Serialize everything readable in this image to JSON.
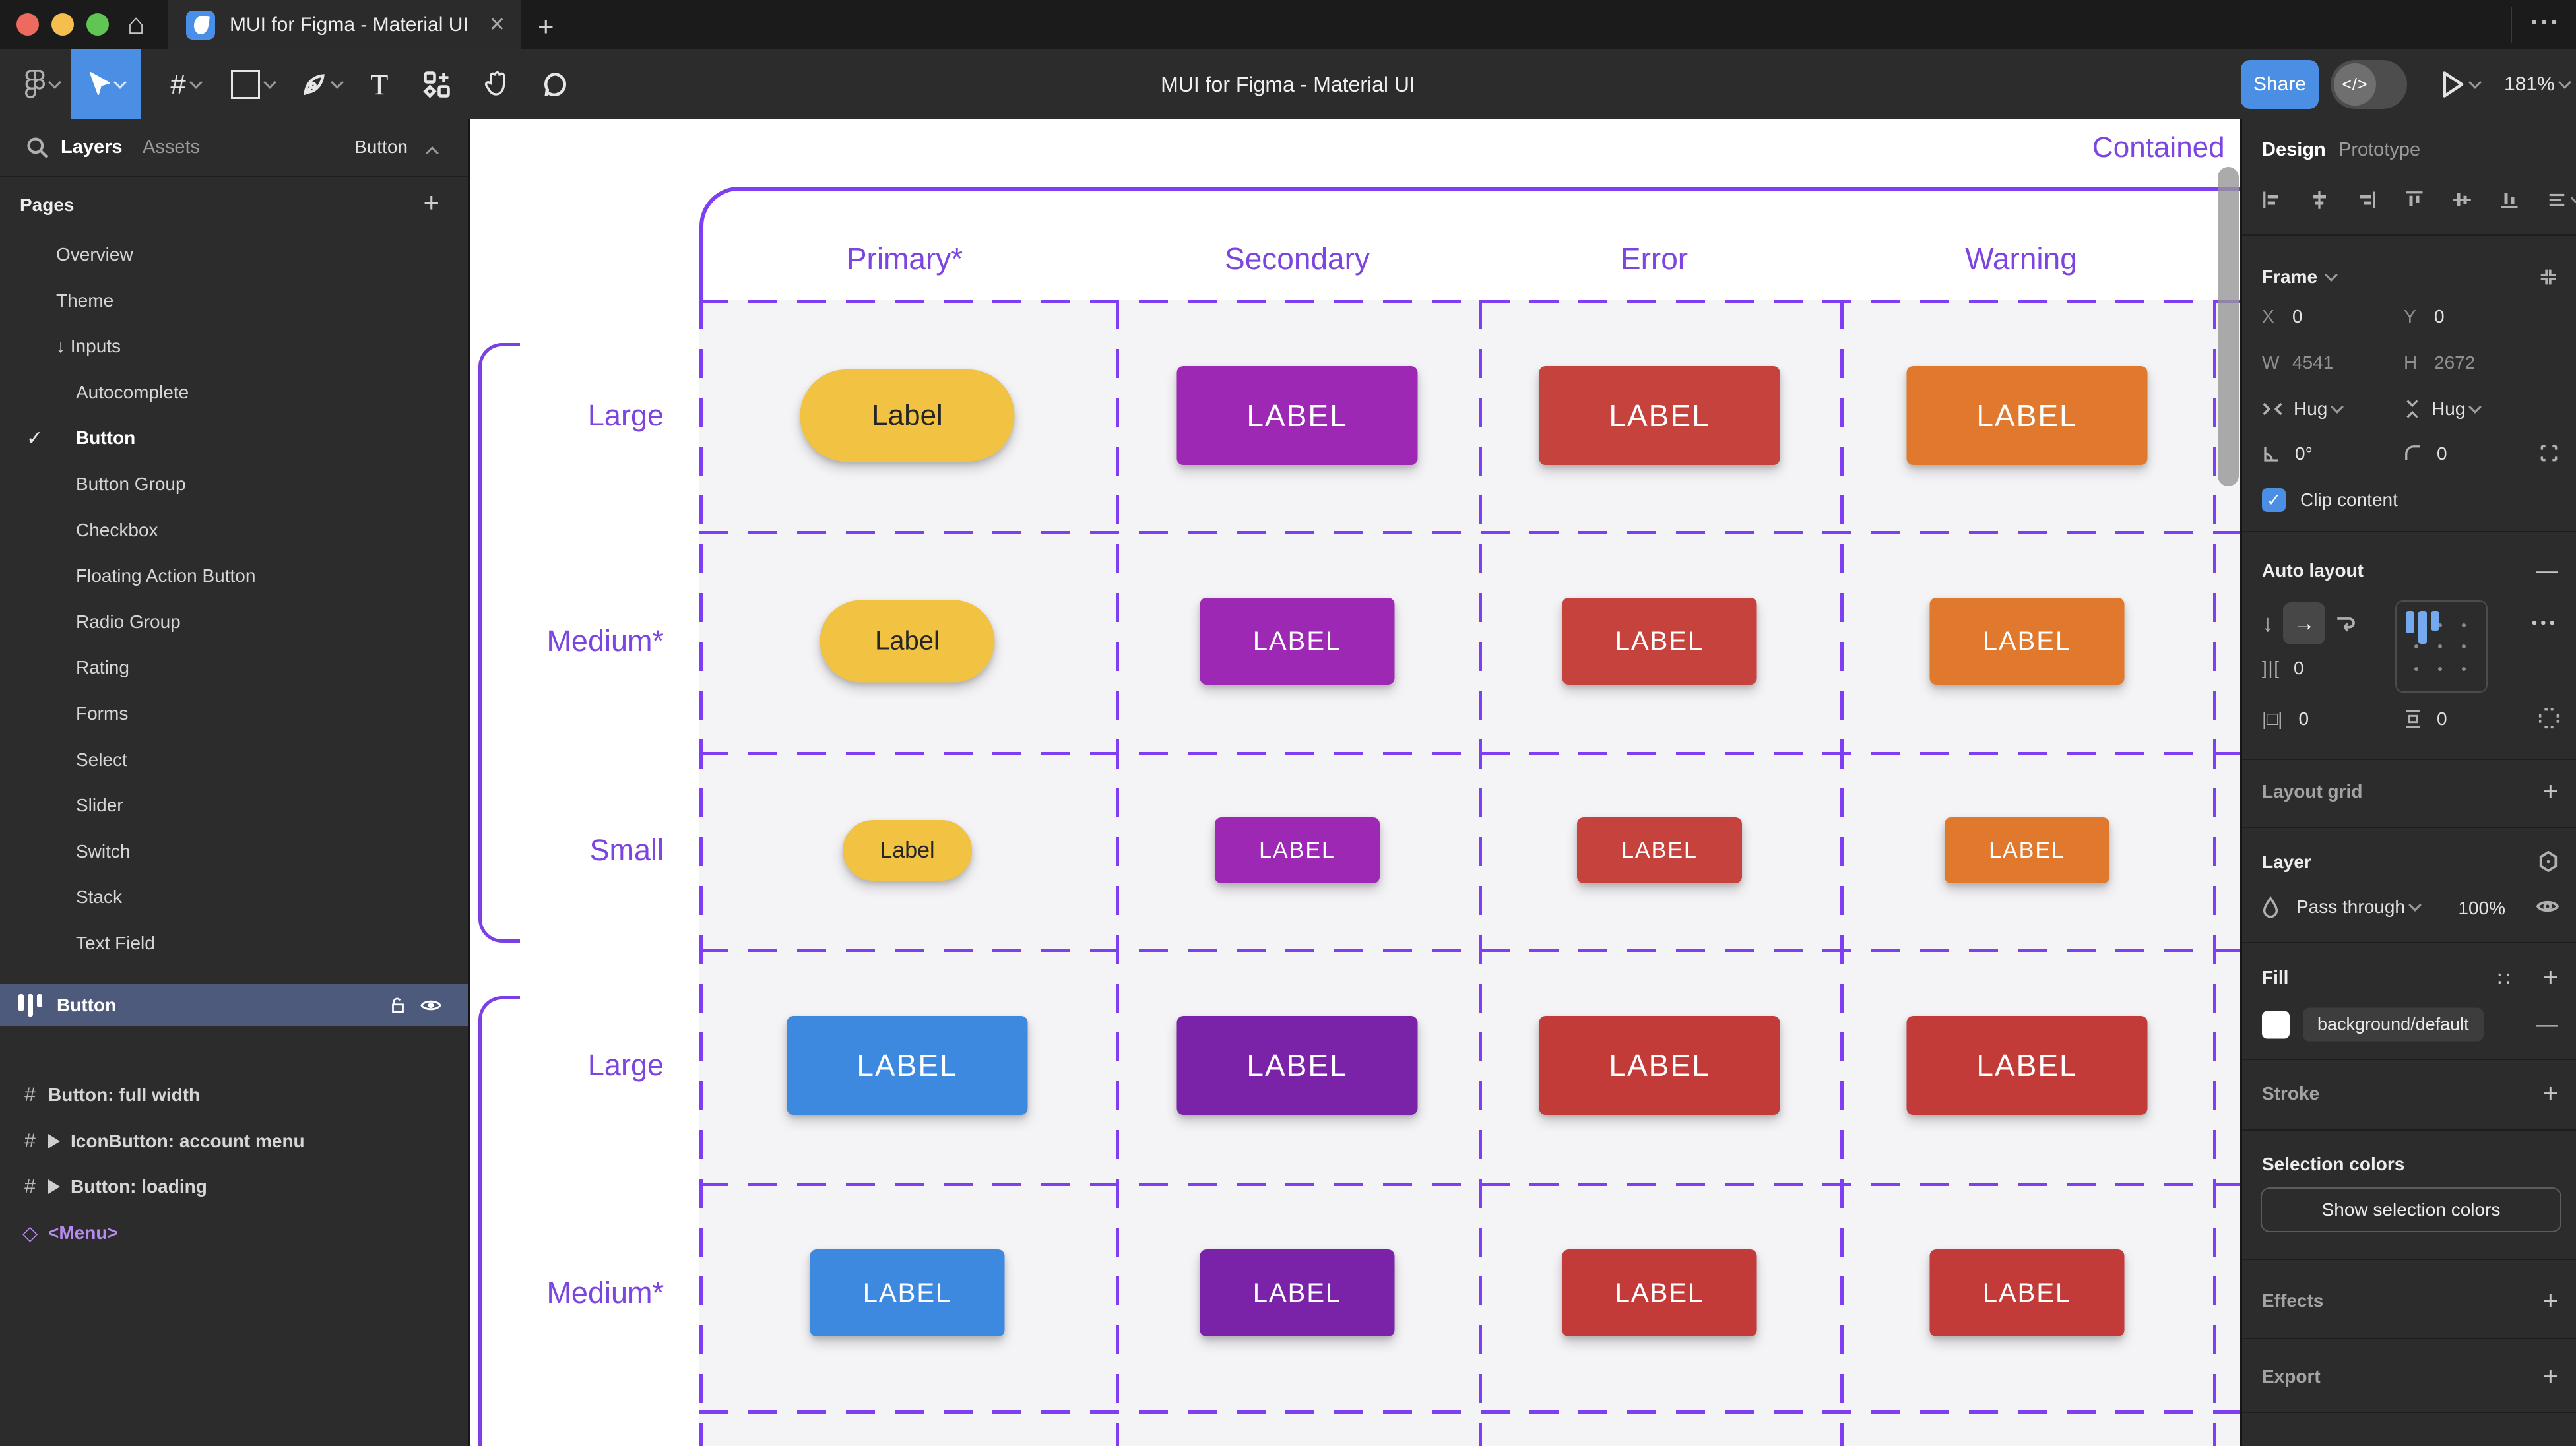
{
  "window": {
    "tab_title": "MUI for Figma - Material UI",
    "close_glyph": "✕",
    "new_tab_glyph": "+",
    "more_glyph": "•••",
    "home_glyph": "⌂"
  },
  "toolbar": {
    "doc_title": "MUI for Figma - Material UI",
    "share_label": "Share",
    "dev_toggle_glyph": "</>",
    "zoom_level": "181%"
  },
  "sidebar": {
    "tabs": {
      "layers": "Layers",
      "assets": "Assets"
    },
    "page_selector": "Button",
    "pages_header": "Pages",
    "add_glyph": "+",
    "pages": [
      {
        "label": "Overview",
        "indent": 0
      },
      {
        "label": "Theme",
        "indent": 0
      },
      {
        "label": "Inputs",
        "indent": 0,
        "arrow": "↓"
      },
      {
        "label": "Autocomplete",
        "indent": 1
      },
      {
        "label": "Button",
        "indent": 1,
        "checked": true,
        "bold": true
      },
      {
        "label": "Button Group",
        "indent": 1
      },
      {
        "label": "Checkbox",
        "indent": 1
      },
      {
        "label": "Floating Action Button",
        "indent": 1
      },
      {
        "label": "Radio Group",
        "indent": 1
      },
      {
        "label": "Rating",
        "indent": 1
      },
      {
        "label": "Forms",
        "indent": 1
      },
      {
        "label": "Select",
        "indent": 1
      },
      {
        "label": "Slider",
        "indent": 1
      },
      {
        "label": "Switch",
        "indent": 1
      },
      {
        "label": "Stack",
        "indent": 1
      },
      {
        "label": "Text Field",
        "indent": 1
      }
    ],
    "layers": [
      {
        "label": "Button",
        "icon": "autolayout",
        "selected": true
      },
      {
        "label": "Button: full width",
        "icon": "frame"
      },
      {
        "label": "IconButton: account menu",
        "icon": "frame",
        "expand": true
      },
      {
        "label": "Button: loading",
        "icon": "frame",
        "expand": true
      },
      {
        "label": "<Menu>",
        "icon": "instance",
        "purple": true
      }
    ],
    "menu_color": "#B78AF0"
  },
  "canvas": {
    "title": "Contained",
    "accent_line": "#7E3FF2",
    "accent_text": "#7C45E0",
    "grid_bg": "#F4F3F6",
    "columns": [
      "Primary*",
      "Secondary",
      "Error",
      "Warning"
    ],
    "row_labels": [
      "Large",
      "Medium*",
      "Small",
      "Large",
      "Medium*"
    ],
    "palette": {
      "amber": "#F2C243",
      "secondary": "#9C28B4",
      "error": "#C5423D",
      "warning": "#E0792E",
      "primary": "#3E89E0",
      "secondaryDark": "#7B23A8",
      "errorDark": "#C23B38"
    },
    "dark_text": "#262626",
    "light_text": "#FFFFFF",
    "rows": [
      {
        "size": "lg",
        "cells": [
          {
            "label": "Label",
            "color": "amber",
            "pill": true,
            "dark": true
          },
          {
            "label": "LABEL",
            "color": "secondary"
          },
          {
            "label": "LABEL",
            "color": "error"
          },
          {
            "label": "LABEL",
            "color": "warning"
          }
        ]
      },
      {
        "size": "md",
        "cells": [
          {
            "label": "Label",
            "color": "amber",
            "pill": true,
            "dark": true
          },
          {
            "label": "LABEL",
            "color": "secondary"
          },
          {
            "label": "LABEL",
            "color": "error"
          },
          {
            "label": "LABEL",
            "color": "warning"
          }
        ]
      },
      {
        "size": "sm",
        "cells": [
          {
            "label": "Label",
            "color": "amber",
            "pill": true,
            "dark": true
          },
          {
            "label": "LABEL",
            "color": "secondary"
          },
          {
            "label": "LABEL",
            "color": "error"
          },
          {
            "label": "LABEL",
            "color": "warning"
          }
        ]
      },
      {
        "size": "lg",
        "cells": [
          {
            "label": "LABEL",
            "color": "primary"
          },
          {
            "label": "LABEL",
            "color": "secondaryDark"
          },
          {
            "label": "LABEL",
            "color": "errorDark"
          },
          {
            "label": "LABEL",
            "color": "errorDark"
          }
        ]
      },
      {
        "size": "md",
        "cells": [
          {
            "label": "LABEL",
            "color": "primary"
          },
          {
            "label": "LABEL",
            "color": "secondaryDark"
          },
          {
            "label": "LABEL",
            "color": "errorDark"
          },
          {
            "label": "LABEL",
            "color": "errorDark"
          }
        ]
      }
    ]
  },
  "inspector": {
    "tabs": {
      "design": "Design",
      "prototype": "Prototype"
    },
    "frame": {
      "title": "Frame",
      "x_label": "X",
      "x": "0",
      "y_label": "Y",
      "y": "0",
      "w_label": "W",
      "w": "4541",
      "h_label": "H",
      "h": "2672",
      "hug_w": "Hug",
      "hug_h": "Hug",
      "rotation": "0°",
      "corner_radius": "0",
      "clip_label": "Clip content",
      "clip_checked": "✓"
    },
    "auto_layout": {
      "title": "Auto layout",
      "gap": "0",
      "padding_h": "0",
      "padding_v": "0",
      "minus_glyph": "—",
      "more_glyph": "•••"
    },
    "layout_grid": {
      "title": "Layout grid",
      "add_glyph": "+"
    },
    "layer": {
      "title": "Layer",
      "blend_mode": "Pass through",
      "opacity": "100%"
    },
    "fill": {
      "title": "Fill",
      "token": "background/default",
      "add_glyph": "+",
      "minus_glyph": "—"
    },
    "stroke": {
      "title": "Stroke",
      "add_glyph": "+"
    },
    "selection_colors": {
      "title": "Selection colors",
      "show_button": "Show selection colors"
    },
    "effects": {
      "title": "Effects",
      "add_glyph": "+"
    },
    "export": {
      "title": "Export",
      "add_glyph": "+"
    }
  }
}
